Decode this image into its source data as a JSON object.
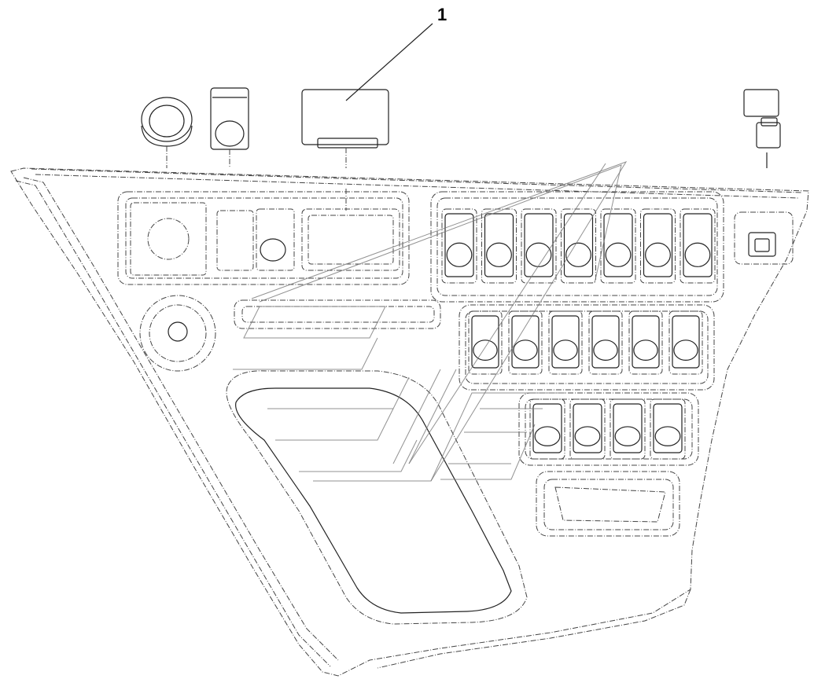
{
  "diagram": {
    "callouts": [
      {
        "number": "1"
      }
    ],
    "parts": [
      {
        "name": "round-knob-part"
      },
      {
        "name": "rocker-switch-part"
      },
      {
        "name": "display-module-part"
      },
      {
        "name": "small-switch-part"
      }
    ],
    "switch_rows": [
      {
        "row": "top-row",
        "count": 7
      },
      {
        "row": "middle-row",
        "count": 6
      },
      {
        "row": "bottom-row",
        "count": 4
      }
    ]
  }
}
